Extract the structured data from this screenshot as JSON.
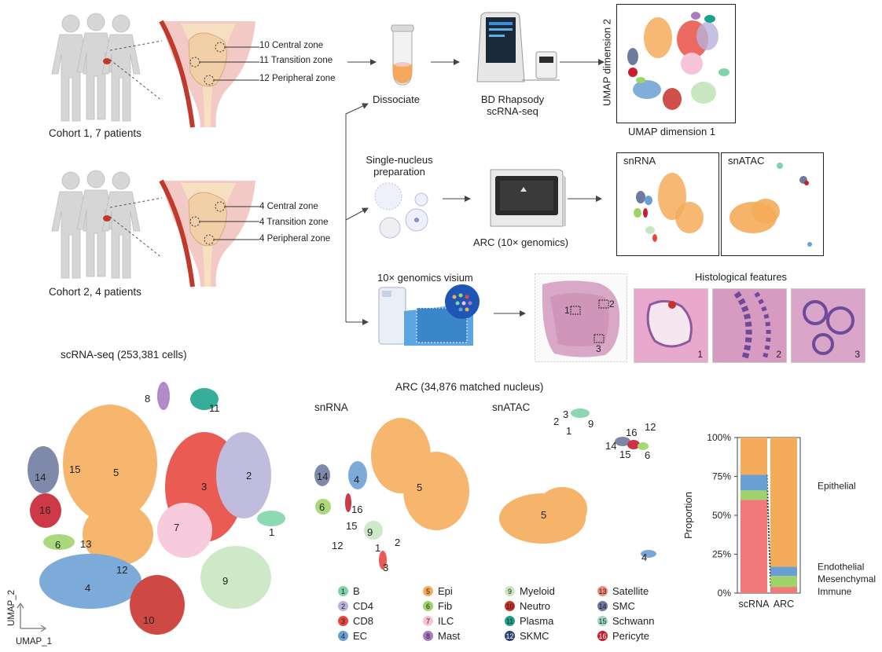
{
  "top": {
    "cohort1_label": "Cohort 1, 7 patients",
    "cohort2_label": "Cohort 2, 4 patients",
    "cohort1_zones": [
      "10 Central zone",
      "11 Transition zone",
      "12 Peripheral zone"
    ],
    "cohort2_zones": [
      "4 Central zone",
      "4 Transition zone",
      "4 Peripheral zone"
    ],
    "dissociate": "Dissociate",
    "rhapsody_line1": "BD Rhapsody",
    "rhapsody_line2": "scRNA-seq",
    "umap_x": "UMAP dimension 1",
    "umap_y": "UMAP dimension 2",
    "sn_prep_line1": "Single-nucleus",
    "sn_prep_line2": "preparation",
    "arc": "ARC (10× genomics)",
    "snrna": "snRNA",
    "snatac": "snATAC",
    "visium": "10× genomics visium",
    "histo": "Histological features",
    "histo_nums": [
      "1",
      "2",
      "3"
    ]
  },
  "bottom": {
    "scrna_title": "scRNA-seq (253,381 cells)",
    "arc_title": "ARC (34,876 matched nucleus)",
    "snrna": "snRNA",
    "snatac": "snATAC",
    "umap1": "UMAP_1",
    "umap2": "UMAP_2"
  },
  "legend": [
    {
      "num": "1",
      "name": "B",
      "color": "#7fd3a8"
    },
    {
      "num": "2",
      "name": "CD4",
      "color": "#b7b3d9"
    },
    {
      "num": "3",
      "name": "CD8",
      "color": "#e8453c"
    },
    {
      "num": "4",
      "name": "EC",
      "color": "#6a9fd4"
    },
    {
      "num": "5",
      "name": "Epi",
      "color": "#f5ac5a"
    },
    {
      "num": "6",
      "name": "Fib",
      "color": "#9ed46a"
    },
    {
      "num": "7",
      "name": "ILC",
      "color": "#f7c3d8"
    },
    {
      "num": "8",
      "name": "Mast",
      "color": "#a77bc0"
    },
    {
      "num": "9",
      "name": "Myeloid",
      "color": "#c8e6c0"
    },
    {
      "num": "10",
      "name": "Neutro",
      "color": "#c8302a"
    },
    {
      "num": "11",
      "name": "Plasma",
      "color": "#1aa38c"
    },
    {
      "num": "12",
      "name": "SKMC",
      "color": "#2b3f73"
    },
    {
      "num": "13",
      "name": "Satellite",
      "color": "#f08a78"
    },
    {
      "num": "14",
      "name": "SMC",
      "color": "#6e7aa0"
    },
    {
      "num": "15",
      "name": "Schwann",
      "color": "#9fd9c9"
    },
    {
      "num": "16",
      "name": "Pericyte",
      "color": "#c81e2e"
    }
  ],
  "chart_data": {
    "type": "bar",
    "stacked": true,
    "ylabel": "Proportion",
    "categories": [
      "scRNA",
      "ARC"
    ],
    "yticks": [
      "0%",
      "25%",
      "50%",
      "75%",
      "100%"
    ],
    "ylim": [
      0,
      100
    ],
    "group_labels": [
      "Epithelial",
      "Endothelial",
      "Mesenchymal",
      "Immune"
    ],
    "series": [
      {
        "name": "Immune",
        "values": [
          60,
          4
        ],
        "color": "#f0797a"
      },
      {
        "name": "Mesenchymal",
        "values": [
          6,
          7
        ],
        "color": "#9ed46a"
      },
      {
        "name": "Endothelial",
        "values": [
          10,
          6
        ],
        "color": "#6a9fd4"
      },
      {
        "name": "Epithelial",
        "values": [
          24,
          83
        ],
        "color": "#f5ac5a"
      }
    ]
  }
}
